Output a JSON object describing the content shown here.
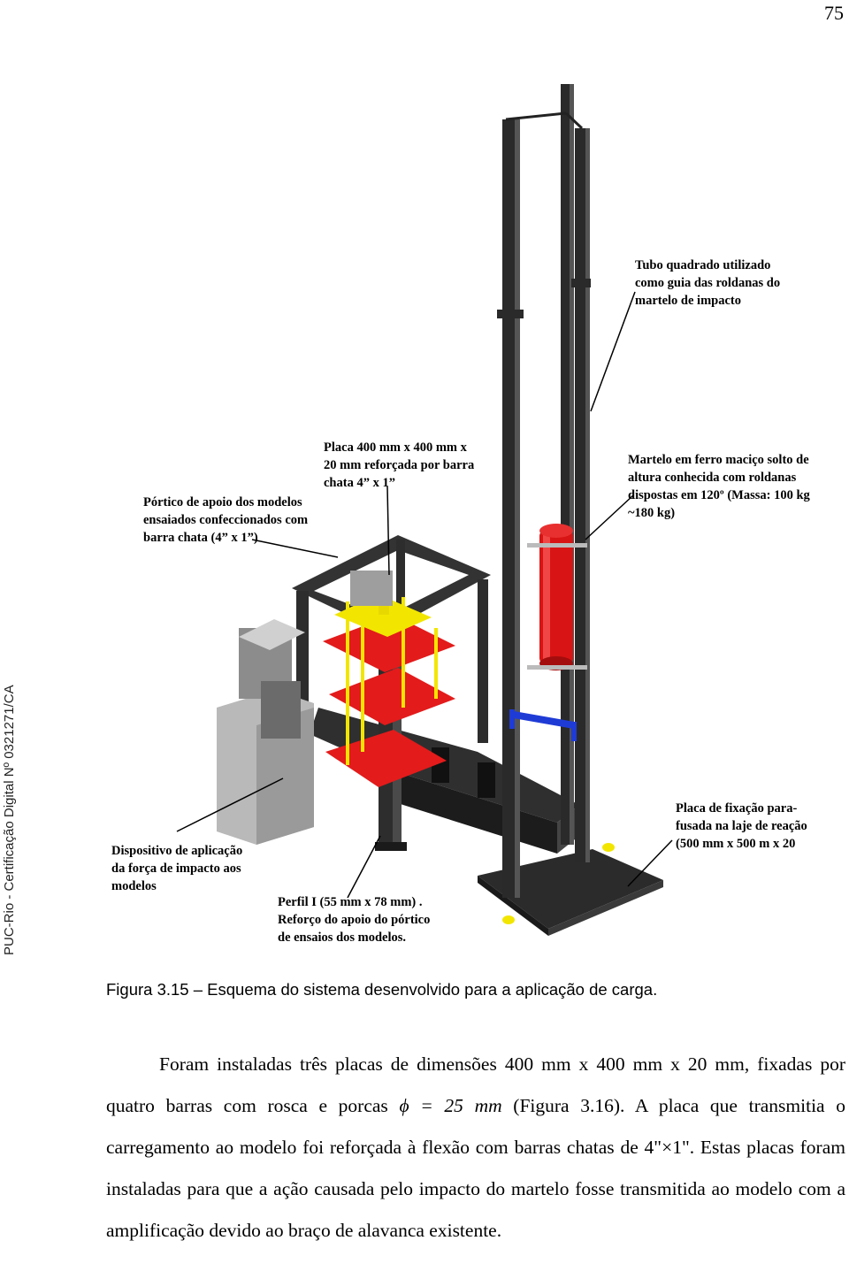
{
  "page_number": "75",
  "side_stamp": "PUC-Rio - Certificação Digital Nº 0321271/CA",
  "figure": {
    "labels": {
      "tube": "Tubo quadrado utilizado\ncomo guia das roldanas do\nmartelo de impacto",
      "plate": "Placa 400 mm x 400 mm x\n20 mm reforçada por barra\nchata 4” x 1”",
      "portico": "Pórtico de apoio dos modelos\nensaiados confeccionados com\nbarra chata (4” x 1”)",
      "hammer": "Martelo em ferro maciço solto de\naltura conhecida com roldanas\ndispostas em 120º (Massa: 100 kg\n~180 kg)",
      "base_plate": "Placa de fixação para-\nfusada na laje de reação\n(500 mm x 500 m x 20",
      "device": "Dispositivo de aplicação\nda força de impacto aos\nmodelos",
      "profile": "Perfil I (55 mm x 78 mm) .\nReforço do apoio do pórtico\nde ensaios dos modelos."
    },
    "colors": {
      "steel": "#2b2b2b",
      "plates": "#e31b1b",
      "yellow": "#f2e600",
      "hammer": "#d81414",
      "blue": "#1f3bd6",
      "grey": "#b9b9b9"
    }
  },
  "caption": "Figura 3.15 – Esquema do sistema desenvolvido para a aplicação de carga.",
  "body": {
    "part1": "Foram instaladas três placas de dimensões 400 mm x 400 mm x 20 mm, fixadas por quatro barras com rosca e porcas ",
    "math": "ϕ = 25 mm",
    "part2": " (Figura 3.16). A placa que transmitia o carregamento ao modelo foi reforçada à flexão com barras chatas de 4\"×1\". Estas placas foram instaladas para que a ação causada pelo impacto do martelo fosse transmitida ao modelo com a amplificação devido ao braço de alavanca existente."
  }
}
